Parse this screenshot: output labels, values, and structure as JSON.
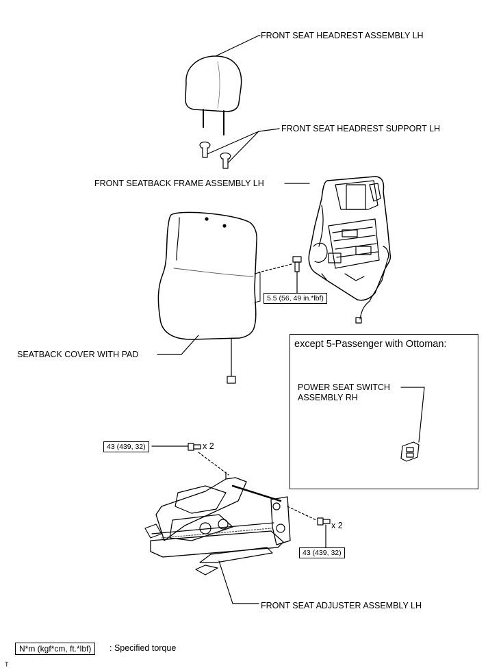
{
  "labels": {
    "headrest": "FRONT SEAT HEADREST ASSEMBLY LH",
    "headrest_support": "FRONT SEAT HEADREST SUPPORT LH",
    "seatback_frame": "FRONT SEATBACK FRAME ASSEMBLY LH",
    "seatback_cover": "SEATBACK COVER WITH PAD",
    "adjuster": "FRONT SEAT ADJUSTER ASSEMBLY LH"
  },
  "torques": {
    "seatback_bolt": "5.5 (56, 49 in.*lbf)",
    "adjuster_top": "43 (439, 32)",
    "adjuster_right": "43 (439, 32)"
  },
  "quantities": {
    "top": "x 2",
    "right": "x 2"
  },
  "inset": {
    "title": "except 5-Passenger with Ottoman:",
    "switch_line1": "POWER SEAT SWITCH",
    "switch_line2": "ASSEMBLY RH"
  },
  "legend": {
    "unit": "N*m (kgf*cm, ft.*lbf)",
    "description": ": Specified torque"
  },
  "corner_mark": "T"
}
